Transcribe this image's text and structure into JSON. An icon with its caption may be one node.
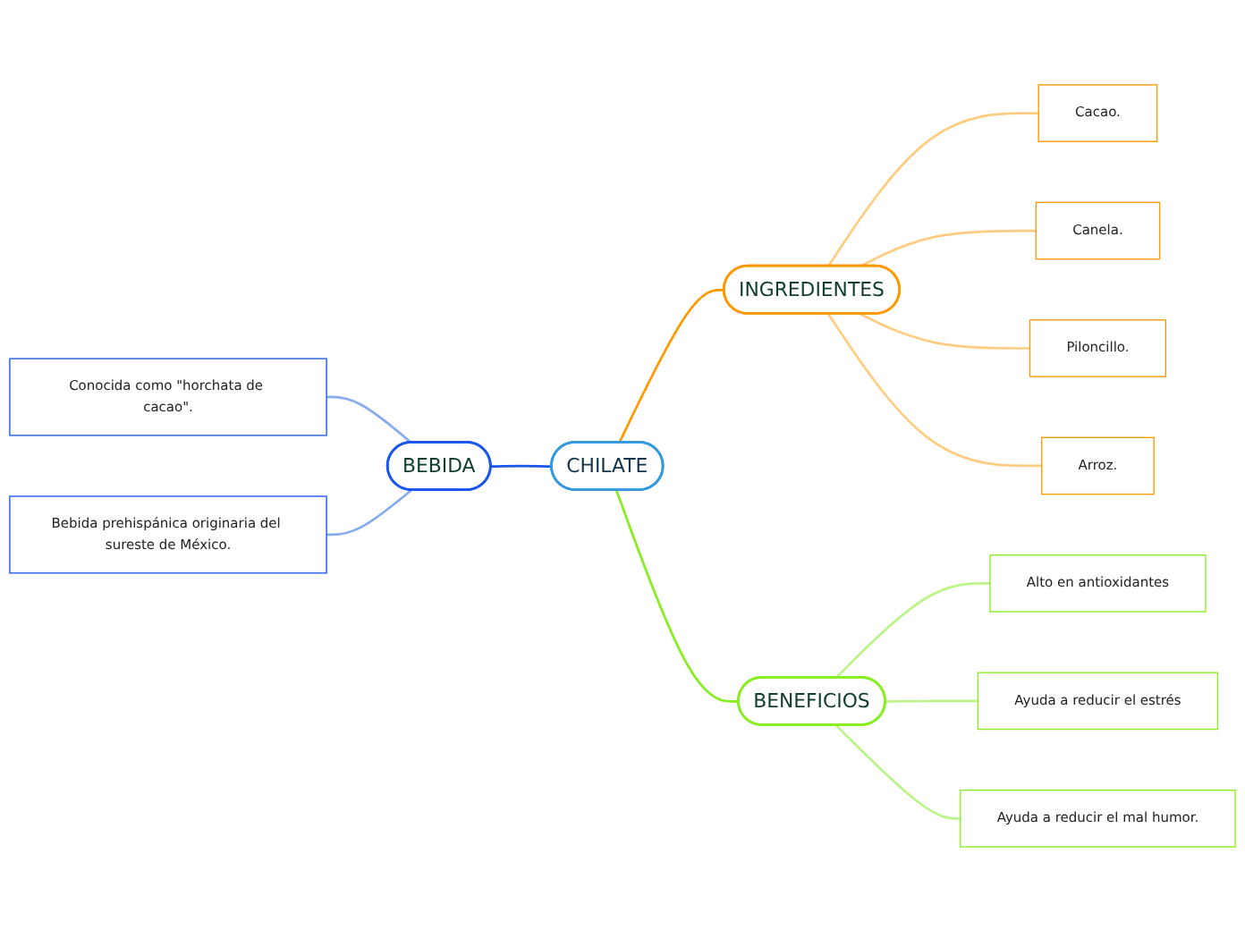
{
  "diagram": {
    "nodes": [
      {
        "text": [
          "CHILATE"
        ]
      },
      {
        "text": [
          "INGREDIENTES"
        ]
      },
      {
        "text": [
          "Cacao."
        ]
      },
      {
        "text": [
          "Canela."
        ]
      },
      {
        "text": [
          "Piloncillo."
        ]
      },
      {
        "text": [
          "Arroz."
        ]
      },
      {
        "text": [
          "BENEFICIOS"
        ]
      },
      {
        "text": [
          "Alto en antioxidantes"
        ]
      },
      {
        "text": [
          "Ayuda a reducir el estrés"
        ]
      },
      {
        "text": [
          "Ayuda a reducir el mal humor."
        ]
      },
      {
        "text": [
          "BEBIDA"
        ]
      },
      {
        "text": [
          "Conocida como \"horchata de cacao\"."
        ]
      },
      {
        "text": [
          "Bebida prehispánica originaria del sureste de México."
        ]
      }
    ],
    "edges": [
      {
        "from": 0,
        "to": 1,
        "arrow": "none",
        "color": "#ff9900"
      },
      {
        "from": 1,
        "to": 2,
        "arrow": "none",
        "color": "#ffcc80"
      },
      {
        "from": 1,
        "to": 3,
        "arrow": "none",
        "color": "#ffcc80"
      },
      {
        "from": 1,
        "to": 4,
        "arrow": "none",
        "color": "#ffcc80"
      },
      {
        "from": 1,
        "to": 5,
        "arrow": "none",
        "color": "#ffcc80"
      },
      {
        "from": 0,
        "to": 6,
        "arrow": "none",
        "color": "#88ee22"
      },
      {
        "from": 6,
        "to": 7,
        "arrow": "none",
        "color": "#bbf58a"
      },
      {
        "from": 6,
        "to": 8,
        "arrow": "none",
        "color": "#bbf58a"
      },
      {
        "from": 6,
        "to": 9,
        "arrow": "none",
        "color": "#bbf58a"
      },
      {
        "from": 11,
        "to": 10,
        "arrow": "none",
        "color": "#88aaee"
      },
      {
        "from": 12,
        "to": 10,
        "arrow": "none",
        "color": "#88aaee"
      },
      {
        "from": 10,
        "to": 0,
        "arrow": "none",
        "color": "#1a55ee"
      }
    ]
  }
}
